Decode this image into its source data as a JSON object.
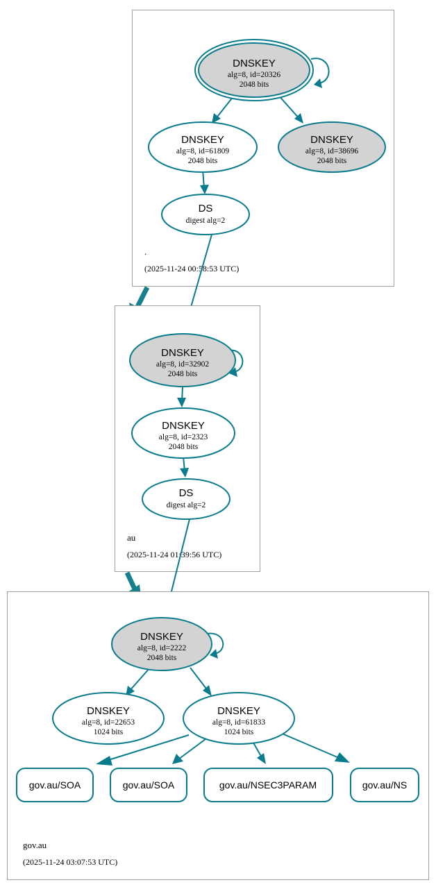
{
  "diagram": {
    "title": "DNSSEC Authentication Chain",
    "colors": {
      "edge": "#0a7b8c",
      "node_stroke": "#0a7b8c",
      "secure_fill": "#d3d3d3",
      "plain_fill": "#ffffff",
      "zone_border": "#a0a0a0"
    }
  },
  "zones": [
    {
      "id": "root",
      "name": ".",
      "timestamp": "(2025-11-24 00:58:53 UTC)",
      "nodes": [
        {
          "id": "root-ksk",
          "type": "DNSKEY",
          "title": "DNSKEY",
          "params": "alg=8, id=20326",
          "bits": "2048 bits",
          "fill": "gray",
          "trust_anchor": true,
          "self_signed": true
        },
        {
          "id": "root-zsk",
          "type": "DNSKEY",
          "title": "DNSKEY",
          "params": "alg=8, id=61809",
          "bits": "2048 bits",
          "fill": "white",
          "trust_anchor": false,
          "self_signed": false
        },
        {
          "id": "root-key-38696",
          "type": "DNSKEY",
          "title": "DNSKEY",
          "params": "alg=8, id=38696",
          "bits": "2048 bits",
          "fill": "gray",
          "trust_anchor": false,
          "self_signed": false
        },
        {
          "id": "root-ds",
          "type": "DS",
          "title": "DS",
          "params": "digest alg=2",
          "bits": "",
          "fill": "white",
          "trust_anchor": false,
          "self_signed": false
        }
      ]
    },
    {
      "id": "au",
      "name": "au",
      "timestamp": "(2025-11-24 01:39:56 UTC)",
      "nodes": [
        {
          "id": "au-ksk",
          "type": "DNSKEY",
          "title": "DNSKEY",
          "params": "alg=8, id=32902",
          "bits": "2048 bits",
          "fill": "gray",
          "trust_anchor": false,
          "self_signed": true
        },
        {
          "id": "au-zsk",
          "type": "DNSKEY",
          "title": "DNSKEY",
          "params": "alg=8, id=2323",
          "bits": "2048 bits",
          "fill": "white",
          "trust_anchor": false,
          "self_signed": false
        },
        {
          "id": "au-ds",
          "type": "DS",
          "title": "DS",
          "params": "digest alg=2",
          "bits": "",
          "fill": "white",
          "trust_anchor": false,
          "self_signed": false
        }
      ]
    },
    {
      "id": "govau",
      "name": "gov.au",
      "timestamp": "(2025-11-24 03:07:53 UTC)",
      "nodes": [
        {
          "id": "govau-ksk",
          "type": "DNSKEY",
          "title": "DNSKEY",
          "params": "alg=8, id=2222",
          "bits": "2048 bits",
          "fill": "gray",
          "trust_anchor": false,
          "self_signed": true
        },
        {
          "id": "govau-zsk-22653",
          "type": "DNSKEY",
          "title": "DNSKEY",
          "params": "alg=8, id=22653",
          "bits": "1024 bits",
          "fill": "white",
          "trust_anchor": false,
          "self_signed": false
        },
        {
          "id": "govau-zsk-61833",
          "type": "DNSKEY",
          "title": "DNSKEY",
          "params": "alg=8, id=61833",
          "bits": "1024 bits",
          "fill": "white",
          "trust_anchor": false,
          "self_signed": false
        }
      ],
      "rrsets": [
        {
          "id": "rrset-soa-1",
          "label": "gov.au/SOA"
        },
        {
          "id": "rrset-soa-2",
          "label": "gov.au/SOA"
        },
        {
          "id": "rrset-nsec3param",
          "label": "gov.au/NSEC3PARAM"
        },
        {
          "id": "rrset-ns",
          "label": "gov.au/NS"
        }
      ]
    }
  ],
  "edges": [
    {
      "from": "root-ksk",
      "to": "root-ksk",
      "kind": "self-sign"
    },
    {
      "from": "root-ksk",
      "to": "root-zsk",
      "kind": "sign"
    },
    {
      "from": "root-ksk",
      "to": "root-key-38696",
      "kind": "sign"
    },
    {
      "from": "root-zsk",
      "to": "root-ds",
      "kind": "sign"
    },
    {
      "from": "root-ds",
      "to": "au-ksk",
      "kind": "delegation"
    },
    {
      "from": "root-zone",
      "to": "au-zone",
      "kind": "zone-delegation"
    },
    {
      "from": "au-ksk",
      "to": "au-ksk",
      "kind": "self-sign"
    },
    {
      "from": "au-ksk",
      "to": "au-zsk",
      "kind": "sign"
    },
    {
      "from": "au-zsk",
      "to": "au-ds",
      "kind": "sign"
    },
    {
      "from": "au-ds",
      "to": "govau-ksk",
      "kind": "delegation"
    },
    {
      "from": "au-zone",
      "to": "govau-zone",
      "kind": "zone-delegation"
    },
    {
      "from": "govau-ksk",
      "to": "govau-ksk",
      "kind": "self-sign"
    },
    {
      "from": "govau-ksk",
      "to": "govau-zsk-22653",
      "kind": "sign"
    },
    {
      "from": "govau-ksk",
      "to": "govau-zsk-61833",
      "kind": "sign"
    },
    {
      "from": "govau-zsk-61833",
      "to": "rrset-soa-1",
      "kind": "sign"
    },
    {
      "from": "govau-zsk-61833",
      "to": "rrset-soa-2",
      "kind": "sign"
    },
    {
      "from": "govau-zsk-61833",
      "to": "rrset-nsec3param",
      "kind": "sign"
    },
    {
      "from": "govau-zsk-61833",
      "to": "rrset-ns",
      "kind": "sign"
    }
  ]
}
